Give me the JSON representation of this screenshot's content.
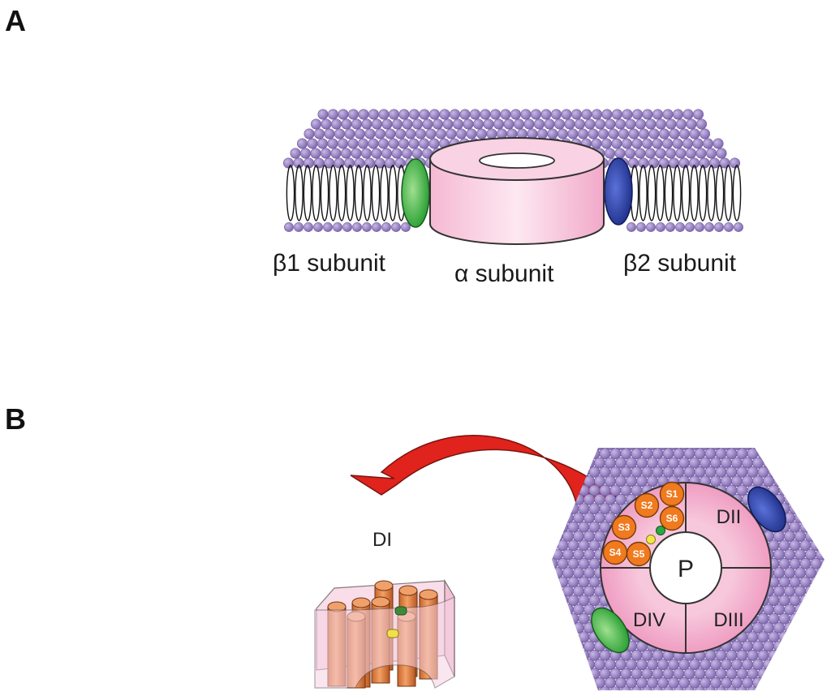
{
  "panels": {
    "a": {
      "letter": "A"
    },
    "b": {
      "letter": "B"
    }
  },
  "labels": {
    "beta1": "β1 subunit",
    "alpha": "α subunit",
    "beta2": "β2 subunit",
    "di": "DI",
    "dii": "DII",
    "diii": "DIII",
    "div": "DIV",
    "pore": "P"
  },
  "segments": [
    "S1",
    "S2",
    "S3",
    "S4",
    "S5",
    "S6"
  ],
  "colors": {
    "lipid": "#8f7bb8",
    "lipid_edge": "#6e5a9a",
    "alpha_pink": "#f7c8dc",
    "beta1_green": "#2fae3c",
    "beta2_blue": "#2a3e9e",
    "arrow_red": "#e0231c",
    "helix_orange": "#e98a3c",
    "segment_orange": "#f07a1e"
  }
}
